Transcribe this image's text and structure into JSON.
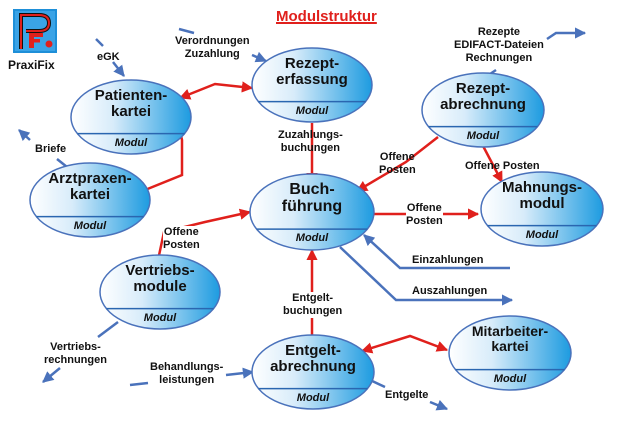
{
  "title": "Modulstruktur",
  "logo": {
    "label": "PraxiFix",
    "letters": "PF"
  },
  "colors": {
    "title": "#e0201c",
    "internal_arrow": "#e0201c",
    "external_arrow": "#4a72bb",
    "ellipse_border": "#4a72bb",
    "ellipse_fill_light": "#ffffff",
    "ellipse_fill_dark": "#1d9be0",
    "logo_bg": "#1e8fd8",
    "logo_red": "#e0201c"
  },
  "nodes": [
    {
      "id": "patientenkartei",
      "lines": [
        "Patienten-",
        "kartei"
      ],
      "sub": "Modul"
    },
    {
      "id": "rezepterfassung",
      "lines": [
        "Rezept-",
        "erfassung"
      ],
      "sub": "Modul"
    },
    {
      "id": "rezeptabrechnung",
      "lines": [
        "Rezept-",
        "abrechnung"
      ],
      "sub": "Modul"
    },
    {
      "id": "arztpraxenkartei",
      "lines": [
        "Arztpraxen-",
        "kartei"
      ],
      "sub": "Modul"
    },
    {
      "id": "buchfuehrung",
      "lines": [
        "Buch-",
        "führung"
      ],
      "sub": "Modul"
    },
    {
      "id": "mahnungsmodul",
      "lines": [
        "Mahnungs-",
        "modul"
      ],
      "sub": "Modul"
    },
    {
      "id": "vertriebsmodule",
      "lines": [
        "Vertriebs-",
        "module"
      ],
      "sub": "Modul"
    },
    {
      "id": "entgeltabrechnung",
      "lines": [
        "Entgelt-",
        "abrechnung"
      ],
      "sub": "Modul"
    },
    {
      "id": "mitarbeiterkartei",
      "lines": [
        "Mitarbeiter-",
        "kartei"
      ],
      "sub": "Modul"
    }
  ],
  "labels": {
    "egk": "eGK",
    "verordnungen": [
      "Verordnungen",
      "Zuzahlung"
    ],
    "rezepte_out": [
      "Rezepte",
      "EDIFACT-Dateien",
      "Rechnungen"
    ],
    "briefe": "Briefe",
    "zuzahlungsbuchungen": [
      "Zuzahlungs-",
      "buchungen"
    ],
    "op_rezept_buch": [
      "Offene",
      "Posten"
    ],
    "op_rezept_mahnung": "Offene Posten",
    "op_buch_mahnung": [
      "Offene",
      "Posten"
    ],
    "op_vertrieb": [
      "Offene",
      "Posten"
    ],
    "einzahlungen": "Einzahlungen",
    "auszahlungen": "Auszahlungen",
    "entgeltbuchungen": [
      "Entgelt-",
      "buchungen"
    ],
    "vertriebsrechnungen": [
      "Vertriebs-",
      "rechnungen"
    ],
    "behandlungsleistungen": [
      "Behandlungs-",
      "leistungen"
    ],
    "entgelte": "Entgelte"
  }
}
